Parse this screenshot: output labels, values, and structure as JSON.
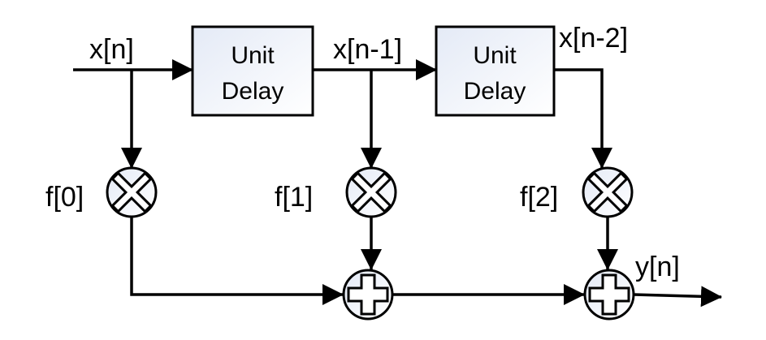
{
  "signals": {
    "input": "x[n]",
    "delay1_out": "x[n-1]",
    "delay2_out": "x[n-2]",
    "output": "y[n]"
  },
  "delays": [
    {
      "line1": "Unit",
      "line2": "Delay"
    },
    {
      "line1": "Unit",
      "line2": "Delay"
    }
  ],
  "coefficients": [
    "f[0]",
    "f[1]",
    "f[2]"
  ],
  "colors": {
    "stroke": "#000000",
    "box_fill_top": "#e4eaf6",
    "box_fill_bottom": "#ffffff"
  }
}
